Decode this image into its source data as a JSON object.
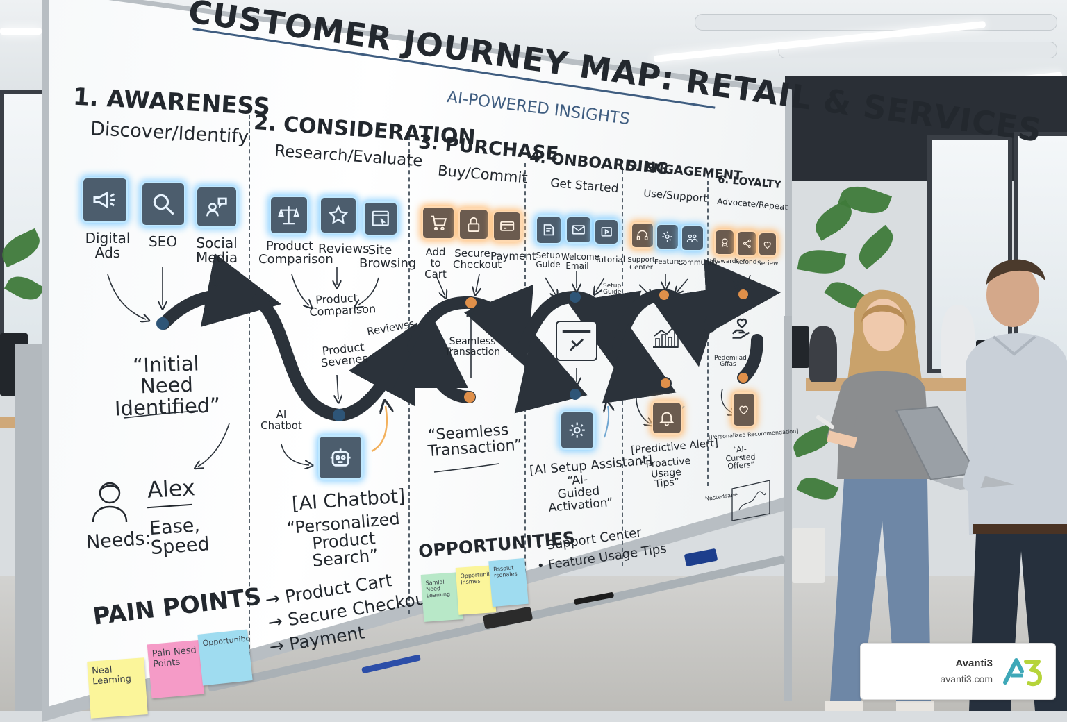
{
  "board": {
    "title": "CUSTOMER JOURNEY MAP: RETAIL & SERVICES",
    "subtitle": "AI-POWERED INSIGHTS"
  },
  "stages": [
    {
      "title": "1. AWARENESS",
      "subtitle": "Discover/Identify",
      "touchpoints": [
        "Digital Ads",
        "SEO",
        "Social Media"
      ],
      "icons": [
        "megaphone-icon",
        "magnifier-icon",
        "people-chat-icon"
      ],
      "quote": "“Initial Need Identified”"
    },
    {
      "title": "2. CONSIDERATION",
      "subtitle": "Research/Evaluate",
      "touchpoints": [
        "Product Comparison",
        "Reviews",
        "Site Browsing"
      ],
      "icons": [
        "scales-icon",
        "star-icon",
        "browser-icon"
      ],
      "flow_labels": [
        "Product Comparison",
        "Product Sevenes",
        "Reviewss",
        "AI Chatbot"
      ],
      "ai_tool": "[AI Chatbot]",
      "ai_desc": "“Personalized Product Search”"
    },
    {
      "title": "3. PURCHASE",
      "subtitle": "Buy/Commit",
      "touchpoints": [
        "Add to Cart",
        "Secure Checkout",
        "Payment"
      ],
      "icons": [
        "cart-icon",
        "lock-icon",
        "card-icon"
      ],
      "flow_label": "Seamless Transaction",
      "quote": "“Seamless Transaction”"
    },
    {
      "title": "4. ONBOARDING",
      "subtitle": "Get Started",
      "touchpoints": [
        "Setup Guide",
        "Welcome Email",
        "Tutorial"
      ],
      "icons": [
        "book-icon",
        "envelope-icon",
        "video-icon"
      ],
      "flow_label": "Setup Guide",
      "ai_tool": "[AI Setup Assistant]",
      "ai_desc": "“AI-Guided Activation”"
    },
    {
      "title": "5. ENGAGEMENT",
      "subtitle": "Use/Support",
      "touchpoints": [
        "Support Center",
        "Features",
        "Community"
      ],
      "icons": [
        "headset-icon",
        "gear-icon",
        "community-icon"
      ],
      "ai_tool": "[Predictive Alert]",
      "ai_desc": "“Proactive Usage Tips”"
    },
    {
      "title": "6. LOYALTY",
      "subtitle": "Advocate/Repeat",
      "touchpoints": [
        "Rewards",
        "Refond",
        "Seriew"
      ],
      "icons": [
        "medal-icon",
        "share-icon",
        "heart-icon"
      ],
      "flow_label": "Pedemilad Gffas",
      "ai_tool": "[Personalized Recommendation]",
      "ai_desc": "“AI-Cursted Offers”"
    }
  ],
  "persona": {
    "name": "Alex",
    "needs_label": "Needs:",
    "needs": "Ease, Speed"
  },
  "pain_points": {
    "heading": "PAIN POINTS",
    "notes": [
      "Neal Leaming",
      "Pain Nesd Points",
      "Opportunibo"
    ],
    "list": [
      "→ Product Cart",
      "→ Secure Checkout",
      "→ Payment"
    ]
  },
  "opportunities": {
    "heading": "OPPORTUNITIES",
    "notes": [
      "Samlal Need Leaming",
      "Opportunity Insmes",
      "Rssolut rsonales"
    ],
    "list": [
      "• Support Center",
      "• Feature Usage Tips"
    ]
  },
  "sketch_label": "Nastedsane",
  "colors": {
    "glow_blue": "#8fd2ff",
    "glow_orange": "#ffbf7a",
    "note_yellow": "#fbf59a",
    "note_pink": "#f59bc7",
    "note_blue": "#9fdcf0",
    "note_green": "#b8e8c8"
  },
  "watermark": {
    "name": "Avanti3",
    "url": "avanti3.com"
  }
}
